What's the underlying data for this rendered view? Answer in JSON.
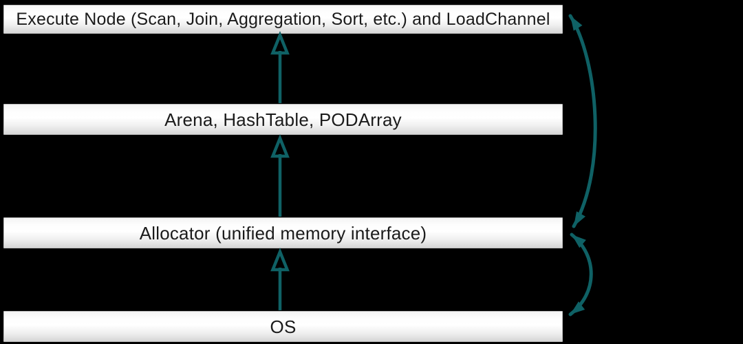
{
  "diagram": {
    "background_color": "#000000",
    "accent_color": "#0F6165",
    "layers": [
      {
        "id": "execute-node",
        "label": "Execute Node (Scan, Join, Aggregation, Sort, etc.) and LoadChannel"
      },
      {
        "id": "arena-hashtable-podarray",
        "label": "Arena, HashTable, PODArray"
      },
      {
        "id": "allocator",
        "label": "Allocator (unified memory interface)"
      },
      {
        "id": "os",
        "label": "OS"
      }
    ],
    "up_arrows": [
      {
        "from": "Arena, HashTable, PODArray",
        "to": "Execute Node (Scan, Join, Aggregation, Sort, etc.) and LoadChannel"
      },
      {
        "from": "Allocator (unified memory interface)",
        "to": "Arena, HashTable, PODArray"
      },
      {
        "from": "OS",
        "to": "Allocator (unified memory interface)"
      }
    ],
    "bidirectional_arrows": [
      {
        "between": [
          "Execute Node (Scan, Join, Aggregation, Sort, etc.) and LoadChannel",
          "Allocator (unified memory interface)"
        ]
      },
      {
        "between": [
          "Allocator (unified memory interface)",
          "OS"
        ]
      }
    ]
  }
}
